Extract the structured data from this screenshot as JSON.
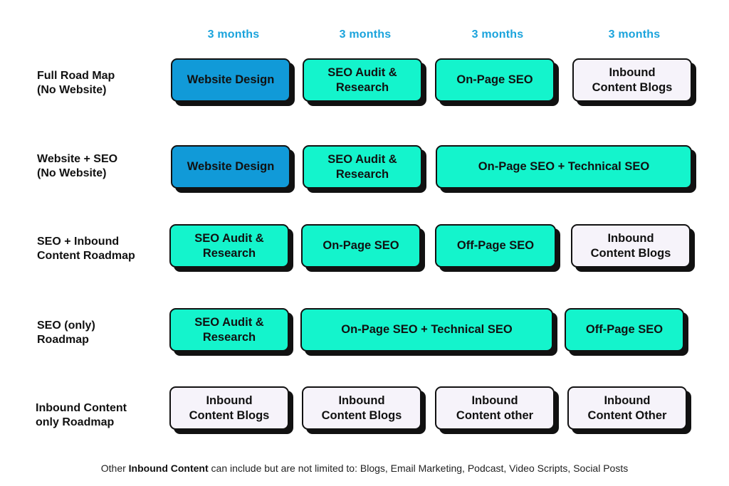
{
  "headers": [
    "3 months",
    "3 months",
    "3 months",
    "3 months"
  ],
  "colors": {
    "header": "#1aa3dc",
    "blue": "#119ad8",
    "teal": "#14f4cc",
    "white": "#f6f3fa",
    "outline": "#111111"
  },
  "rows": [
    {
      "label": "Full Road Map\n(No Website)",
      "boxes": [
        {
          "text": "Website Design",
          "color": "blue"
        },
        {
          "text": "SEO Audit &\nResearch",
          "color": "teal"
        },
        {
          "text": "On-Page SEO",
          "color": "teal"
        },
        {
          "text": "Inbound\nContent Blogs",
          "color": "white"
        }
      ]
    },
    {
      "label": "Website + SEO\n(No Website)",
      "boxes": [
        {
          "text": "Website Design",
          "color": "blue"
        },
        {
          "text": "SEO Audit &\nResearch",
          "color": "teal"
        },
        {
          "text": "On-Page SEO + Technical SEO",
          "color": "teal"
        }
      ]
    },
    {
      "label": "SEO + Inbound\nContent Roadmap",
      "boxes": [
        {
          "text": "SEO Audit &\nResearch",
          "color": "teal"
        },
        {
          "text": "On-Page SEO",
          "color": "teal"
        },
        {
          "text": "Off-Page SEO",
          "color": "teal"
        },
        {
          "text": "Inbound\nContent Blogs",
          "color": "white"
        }
      ]
    },
    {
      "label": "SEO (only)\nRoadmap",
      "boxes": [
        {
          "text": "SEO Audit &\nResearch",
          "color": "teal"
        },
        {
          "text": "On-Page SEO + Technical SEO",
          "color": "teal"
        },
        {
          "text": "Off-Page SEO",
          "color": "teal"
        }
      ]
    },
    {
      "label": "Inbound Content\nonly Roadmap",
      "boxes": [
        {
          "text": "Inbound\nContent Blogs",
          "color": "white"
        },
        {
          "text": "Inbound\nContent Blogs",
          "color": "white"
        },
        {
          "text": "Inbound\nContent other",
          "color": "white"
        },
        {
          "text": "Inbound\nContent Other",
          "color": "white"
        }
      ]
    }
  ],
  "footer": {
    "prefix": "Other ",
    "bold": "Inbound Content",
    "suffix": " can include but are not limited to: Blogs, Email Marketing, Podcast, Video Scripts, Social Posts"
  }
}
